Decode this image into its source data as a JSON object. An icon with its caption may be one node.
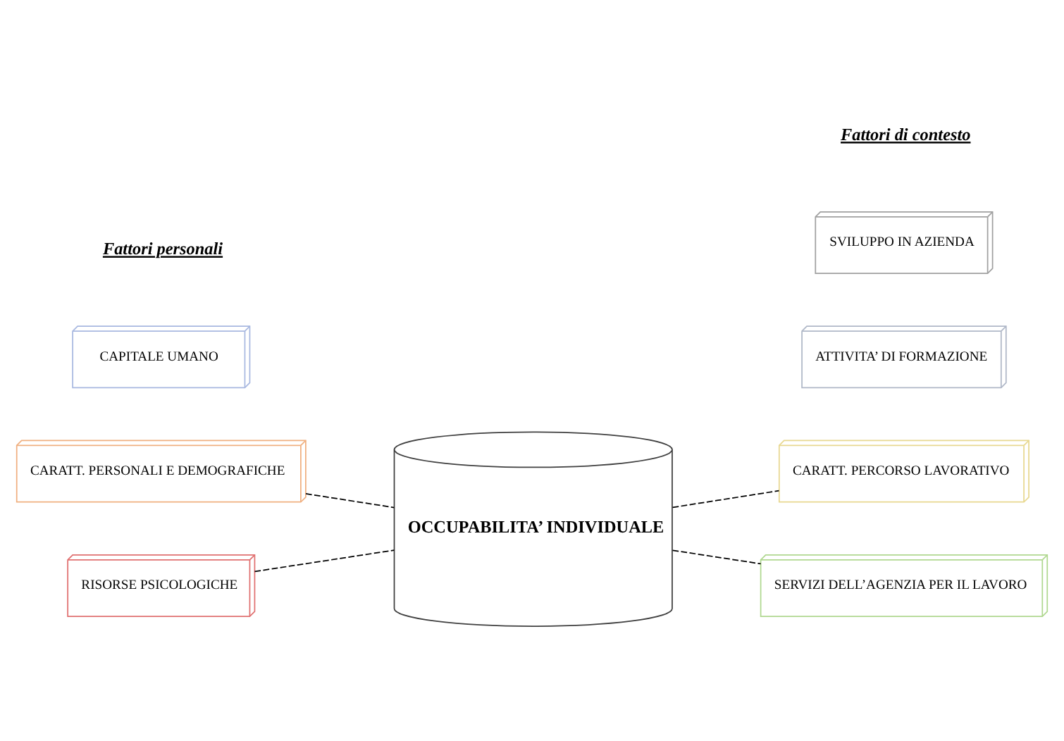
{
  "diagram": {
    "nodes": [
      {
        "text": [
          "CARATT. PERSONALI E DEMOGRAFICHE"
        ]
      },
      {
        "text": [
          "CAPITALE UMANO"
        ]
      },
      {
        "text": [
          "RISORSE PSICOLOGICHE"
        ]
      },
      {
        "text": [
          "OCCUPABILITA’ INDIVIDUALE"
        ]
      },
      {
        "text": [
          "CARATT. PERCORSO LAVORATIVO"
        ]
      },
      {
        "text": [
          "ATTIVITA’ DI FORMAZIONE"
        ]
      },
      {
        "text": [
          "SVILUPPO IN AZIENDA"
        ]
      },
      {
        "text": [
          "SERVIZI DELL’AGENZIA PER IL LAVORO"
        ]
      }
    ],
    "edges": [
      {
        "from": 0,
        "to": 3,
        "arrow": "none",
        "style": "dashed"
      },
      {
        "from": 2,
        "to": 3,
        "arrow": "none",
        "style": "dashed"
      },
      {
        "from": 3,
        "to": 4,
        "arrow": "none",
        "style": "dashed"
      },
      {
        "from": 3,
        "to": 7,
        "arrow": "none",
        "style": "dashed"
      }
    ],
    "labels": [
      "Fattori personali",
      "Fattori di contesto"
    ]
  }
}
